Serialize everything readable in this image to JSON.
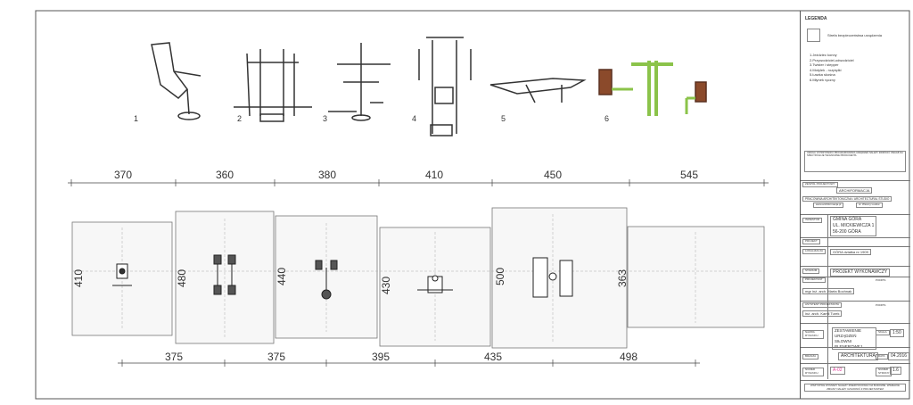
{
  "equipment": [
    {
      "num": "1",
      "width": "370",
      "depth": "410"
    },
    {
      "num": "2",
      "width": "360",
      "depth": "480"
    },
    {
      "num": "3",
      "width": "380",
      "depth": "440"
    },
    {
      "num": "4",
      "width": "410",
      "depth": "430"
    },
    {
      "num": "5",
      "width": "450",
      "depth": "500"
    },
    {
      "num": "6",
      "width": "545",
      "depth": "363"
    }
  ],
  "spacing": [
    "375",
    "375",
    "395",
    "435",
    "498"
  ],
  "legend": {
    "title": "LEGENDA",
    "zone_label": "Strefa bezpieczeństwa urządzenia",
    "items": [
      "1.Jeździec konny",
      "2.Przywodziciel-odwodziciel",
      "3.Twister i stepper",
      "4.Motylek - rozpiętki",
      "5.Ławka skośna",
      "6.Młynek ręczny"
    ],
    "note": "UWAGA: W PRZYPADKU PROGRAMOWANIA URZĄDZEŃ NALEŻY ZWRÓCIĆ UWAGĘ NA SPECYFIKACJE TECHNICZNE PRODUCENTA"
  },
  "title_block": {
    "author_label": "ZESPÓŁ PROJEKTOWY",
    "firm": "ARCHIFORMACJA",
    "studio": "PRACOWNIA ARCHITEKTONICZNA / ARCHITECTURAL STUDIO",
    "contact": "www.archiformacja.pl",
    "address": "ul. Wiosny Ludów",
    "investor_label": "INWESTOR",
    "investor": [
      "GMINA GÓRA",
      "UL. MICKIEWICZA 1",
      "56-200 GÓRA"
    ],
    "project_label": "PROJEKT",
    "location_label": "LOKALIZACJA",
    "location": "GÓRA działka nr 1909",
    "stage_label": "STADIUM",
    "stage": "PROJEKT WYKONAWCZY",
    "designer_label": "PROJEKTANT",
    "signature_label": "PODPIS",
    "designer": "mgr inż. arch. Marta Bochnak",
    "assistant_label": "ASYSTENT PROJEKTANTA",
    "assistant": "inż. arch. Kamil Turek",
    "drawing_label": "NAZWA RYSUNKU",
    "drawing": "ZESTAWIENIE URZĄDZEŃ SIŁOWNI PLENEROWEJ",
    "scale_label": "SKALA",
    "scale": "1:50",
    "branch_label": "BRANŻA",
    "branch": "ARCHITEKTURA",
    "date_label": "DATA",
    "date": "04.2016",
    "drawing_no_label": "NUMER RYSUNKU",
    "drawing_no": "A-02",
    "page_label": "NUMER STRONY",
    "page": "1.6",
    "footer": "WSZYSTKIE WYMIARY NALEŻY ZWERYFIKOWAĆ NA BUDOWIE. WSZELKIE ZMIANY NALEŻY UZGODNIĆ Z PROJEKTANTEM"
  }
}
